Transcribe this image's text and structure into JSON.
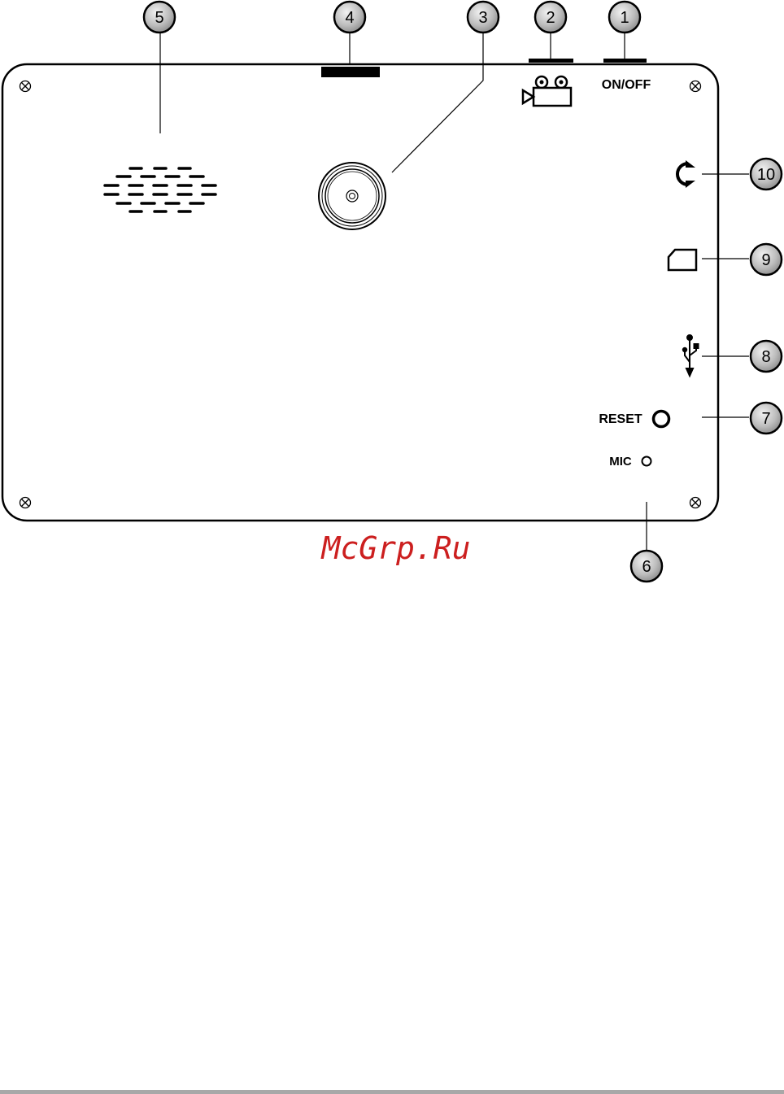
{
  "callouts": [
    "1",
    "2",
    "3",
    "4",
    "5",
    "6",
    "7",
    "8",
    "9",
    "10"
  ],
  "labels": {
    "on_off": "ON/OFF",
    "reset": "RESET",
    "mic": "MIC"
  },
  "watermark": "McGrp.Ru",
  "icons": {
    "power_switch": "power-switch-icon",
    "camera": "camera-icon",
    "suction_mount": "suction-cup-icon",
    "speaker": "speaker-grille-icon",
    "earphone": "earphone-jack-icon",
    "sd_card": "sd-card-icon",
    "usb": "usb-icon",
    "reset_hole": "reset-hole-icon",
    "mic_hole": "mic-hole-icon"
  },
  "colors": {
    "line": "#000000",
    "watermark": "#cc1f1f",
    "badge_fill": "#b5b5b5"
  }
}
